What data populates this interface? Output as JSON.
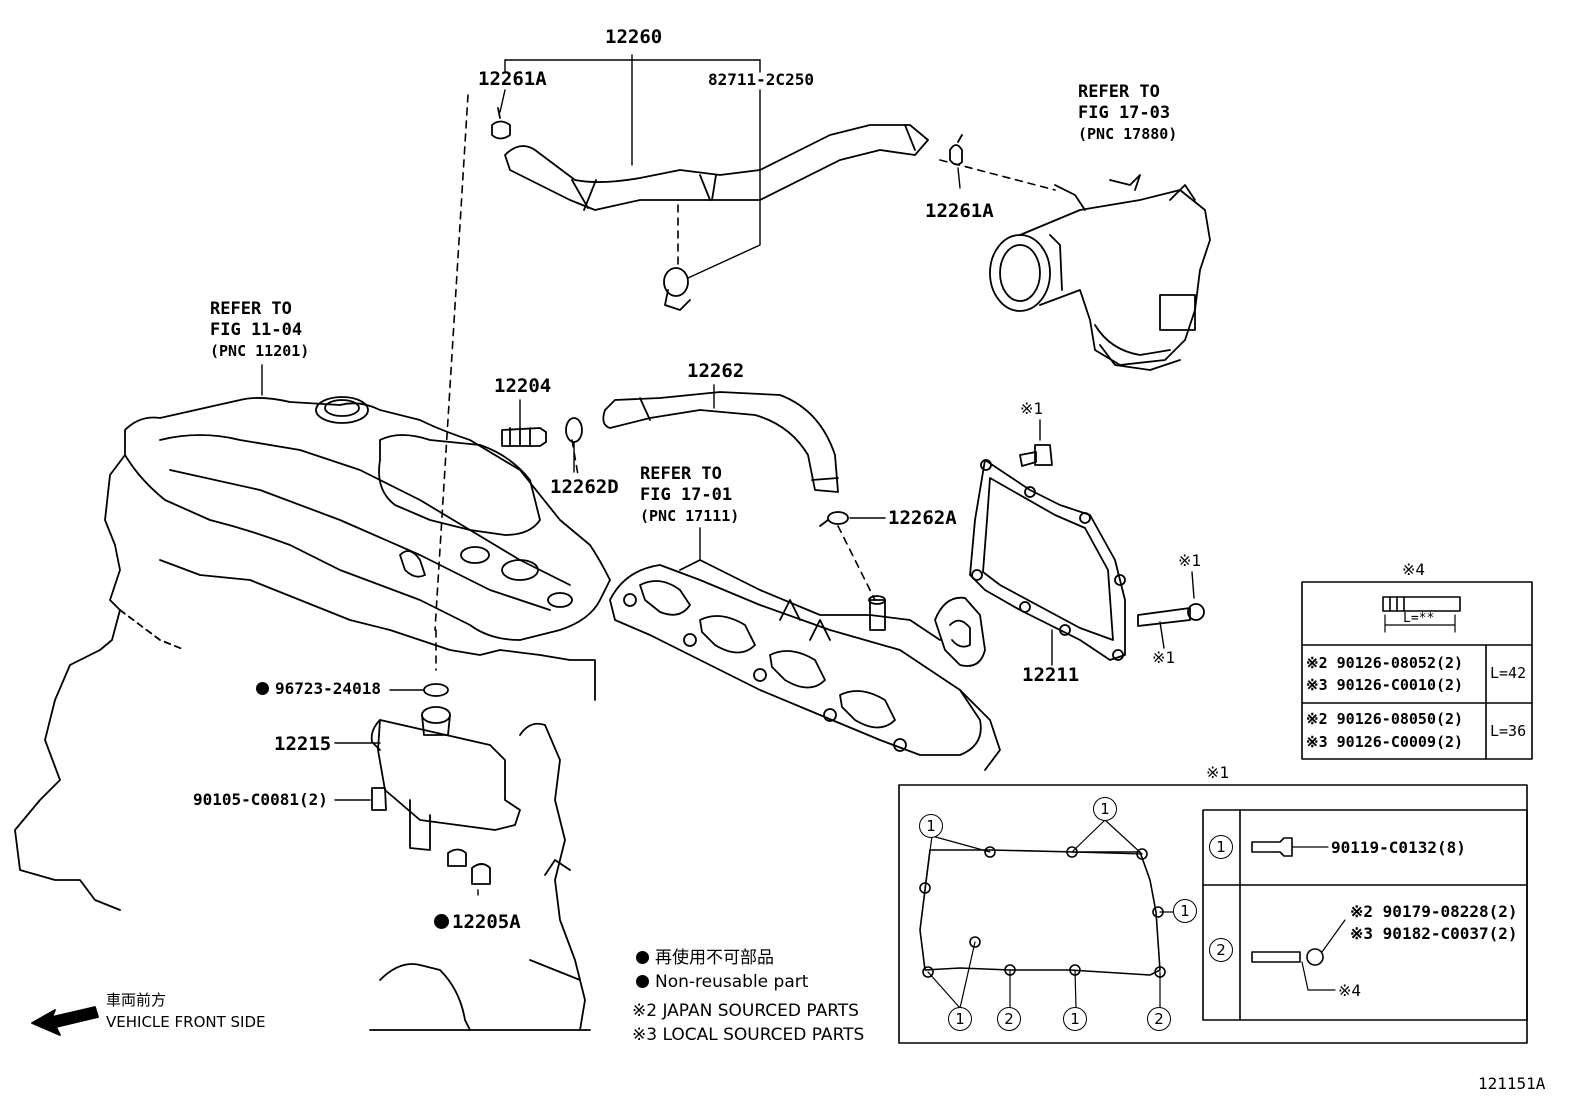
{
  "parts": {
    "p12260": "12260",
    "p12261a_top": "12261A",
    "p82711": "82711-2C250",
    "p12261a_right": "12261A",
    "p12204": "12204",
    "p12262": "12262",
    "p12262d": "12262D",
    "p12262a": "12262A",
    "p12211": "12211",
    "p96723": "96723-24018",
    "p12215": "12215",
    "p90105": "90105-C0081(2)",
    "p12205a": "12205A"
  },
  "refs": {
    "fig1703": {
      "line1": "REFER TO",
      "line2": "FIG 17-03",
      "line3": "(PNC 17880)"
    },
    "fig1104": {
      "line1": "REFER TO",
      "line2": "FIG 11-04",
      "line3": "(PNC 11201)"
    },
    "fig1701": {
      "line1": "REFER TO",
      "line2": "FIG 17-01",
      "line3": "(PNC 17111)"
    }
  },
  "notes": {
    "note1_a": "※1",
    "note1_b": "※1",
    "note1_c": "※1",
    "note1_box": "※1",
    "note4_box": "※4"
  },
  "bolt_table": {
    "dim_label": "L=**",
    "rows": [
      {
        "a": "※2 90126-08052(2)",
        "b": "※3 90126-C0010(2)",
        "length": "L=42"
      },
      {
        "a": "※2 90126-08050(2)",
        "b": "※3 90126-C0009(2)",
        "length": "L=36"
      }
    ]
  },
  "detail_box": {
    "marker1": "1",
    "marker2": "2",
    "row1_part": "90119-C0132(8)",
    "row2_part_a": "※2 90179-08228(2)",
    "row2_part_b": "※3 90182-C0037(2)",
    "row2_note": "※4"
  },
  "legend": {
    "jp_nonreusable": "再使用不可部品",
    "nonreusable": "Non-reusable part",
    "japan_sourced": "※2 JAPAN SOURCED PARTS",
    "local_sourced": "※3 LOCAL SOURCED PARTS",
    "front_jp": "車両前方",
    "front_en": "VEHICLE FRONT SIDE"
  },
  "figure_id": "121151A"
}
